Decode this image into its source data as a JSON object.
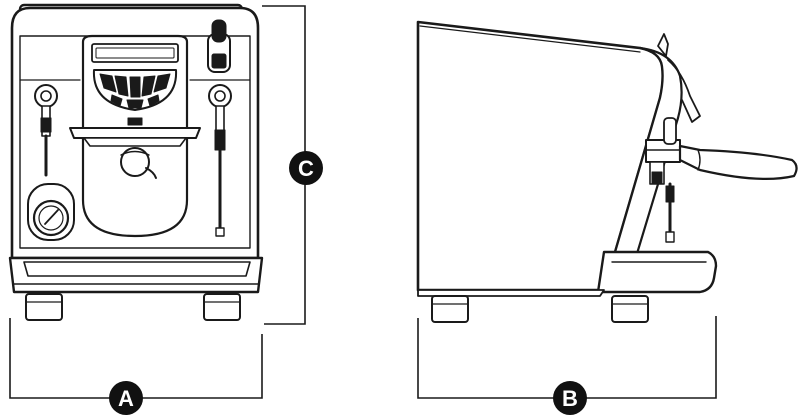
{
  "dimensions": {
    "width_label": "A",
    "depth_label": "B",
    "height_label": "C"
  },
  "colors": {
    "line": "#1a1a1a",
    "fill": "#ffffff",
    "badge": "#111111",
    "badge_text": "#ffffff"
  },
  "views": {
    "front": "front-view",
    "side": "side-view"
  }
}
